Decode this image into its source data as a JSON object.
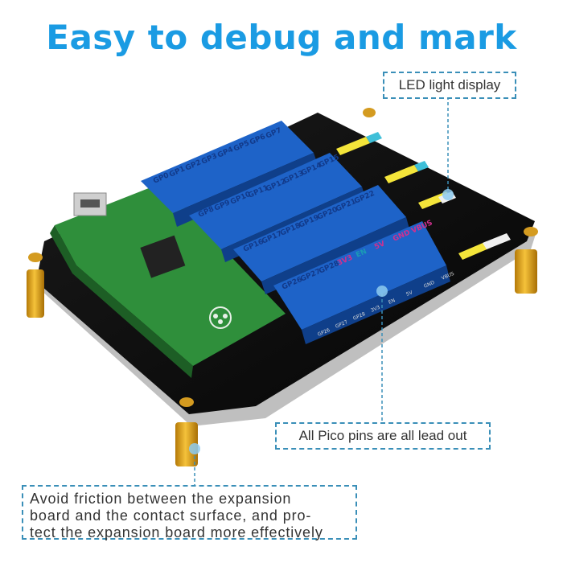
{
  "headline": "Easy to debug and mark",
  "callouts": {
    "led": "LED light display",
    "pins": "All Pico pins are all lead out",
    "friction_lines": [
      "Avoid friction between the expansion",
      "board and the contact surface, and pro-",
      "tect the expansion board more effectively"
    ]
  },
  "board_labels": {
    "row1": [
      "GP0",
      "GP1",
      "GP2",
      "GP3",
      "GP4",
      "GP5",
      "GP6",
      "GP7"
    ],
    "row2": [
      "GP8",
      "GP9",
      "GP10",
      "GP11",
      "GP12",
      "GP13",
      "GP14",
      "GP15"
    ],
    "row3": [
      "GP16",
      "GP17",
      "GP18",
      "GP19",
      "GP20",
      "GP21",
      "GP22"
    ],
    "row4": [
      "GP26",
      "GP27",
      "GP28",
      "3V3",
      "EN",
      "5V",
      "GND",
      "VBUS"
    ],
    "bottom_edge": [
      "GP26",
      "GP27",
      "GP28",
      "3V3",
      "EN",
      "5V",
      "GND",
      "VBUS"
    ]
  },
  "colors": {
    "accent": "#1a9be3",
    "callout_border": "#3a8fb8",
    "terminal_blue": "#1e63c8",
    "pico_green": "#2f8f3b",
    "standoff_gold": "#e0a21a"
  },
  "icons": [
    "raspberry-logo-icon",
    "usb-port-icon",
    "led-dot-icon"
  ]
}
